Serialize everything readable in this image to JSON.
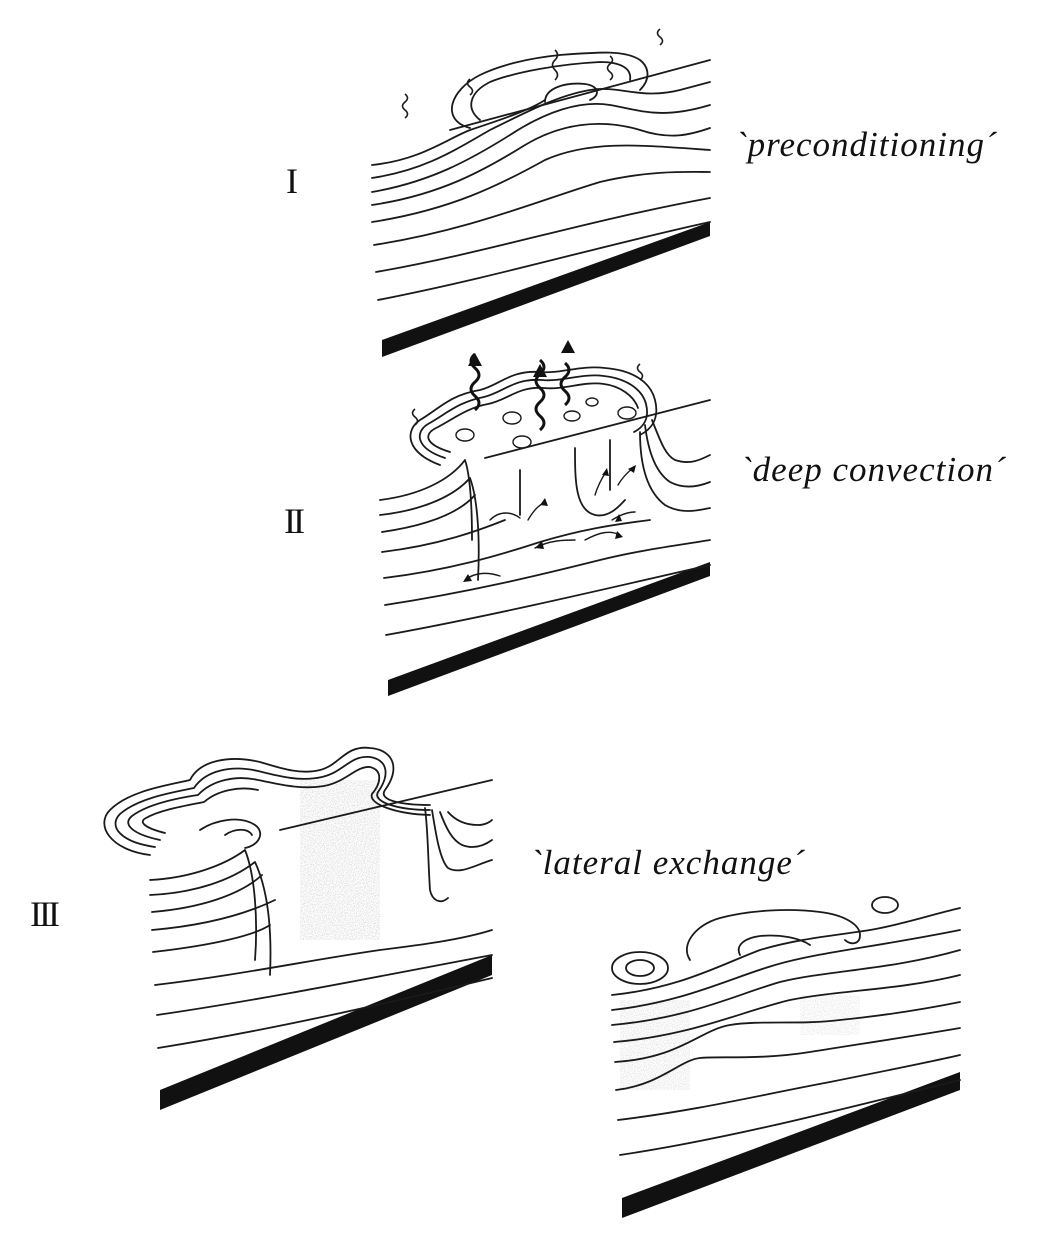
{
  "stages": [
    {
      "numeral": "I",
      "label": "`preconditioning´"
    },
    {
      "numeral": "II",
      "label": "`deep convection´"
    },
    {
      "numeral": "III",
      "label": "`lateral exchange´"
    }
  ],
  "colors": {
    "ink": "#111111",
    "background": "#ffffff",
    "stipple": "#9a9a9a"
  }
}
